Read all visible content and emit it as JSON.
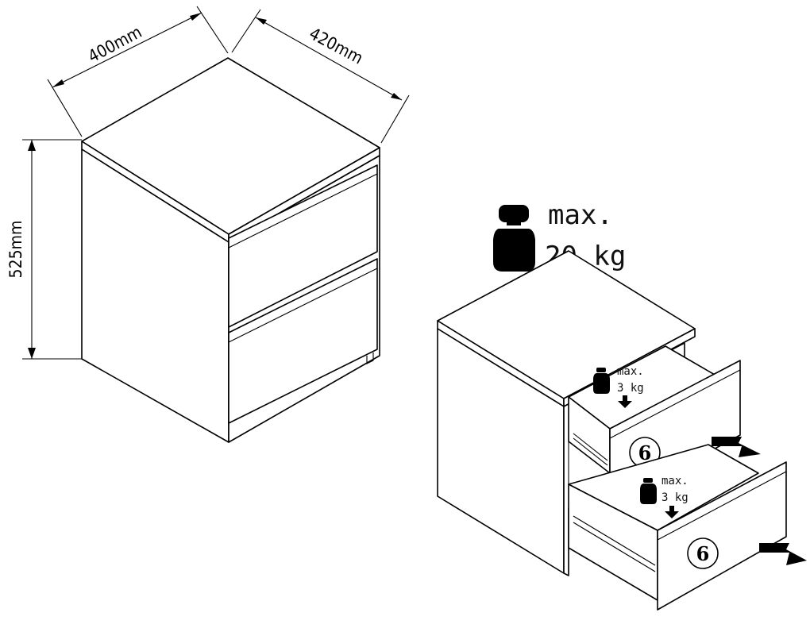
{
  "dimensions": {
    "width": "400mm",
    "depth": "420mm",
    "height": "525mm"
  },
  "load": {
    "top_line1": "max.",
    "top_line2": "20 kg",
    "drawer_line1": "max.",
    "drawer_line2": "3 kg"
  },
  "drawer_badges": {
    "upper": "6",
    "lower": "6"
  }
}
